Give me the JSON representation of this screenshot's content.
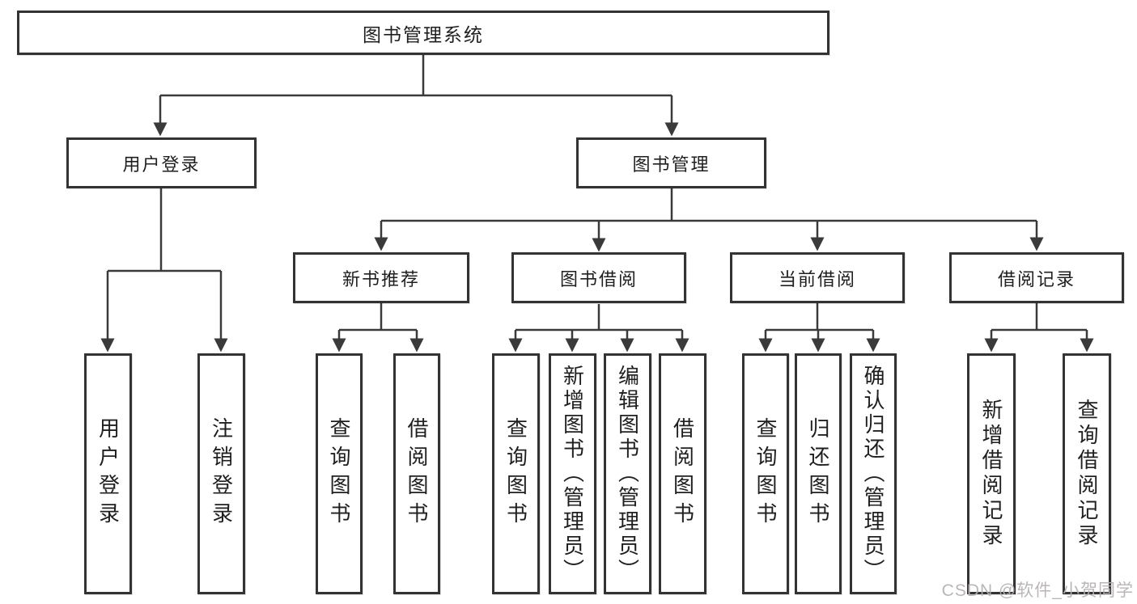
{
  "watermark": "CSDN @软件_小贺同学",
  "colors": {
    "background": "#ffffff",
    "box_border": "#333333",
    "connector_line": "#3a3a3a",
    "text": "#1f1f1f",
    "watermark_text": "#b5b0b0"
  },
  "tree": {
    "root": {
      "label": "图书管理系统",
      "children": [
        {
          "label": "用户登录",
          "children": [
            {
              "label": "用户登录"
            },
            {
              "label": "注销登录"
            }
          ]
        },
        {
          "label": "图书管理",
          "children": [
            {
              "label": "新书推荐",
              "children": [
                {
                  "label": "查询图书"
                },
                {
                  "label": "借阅图书"
                }
              ]
            },
            {
              "label": "图书借阅",
              "children": [
                {
                  "label": "查询图书"
                },
                {
                  "label": "新增图书（管理员）"
                },
                {
                  "label": "编辑图书（管理员）"
                },
                {
                  "label": "借阅图书"
                }
              ]
            },
            {
              "label": "当前借阅",
              "children": [
                {
                  "label": "查询图书"
                },
                {
                  "label": "归还图书"
                },
                {
                  "label": "确认归还（管理员）"
                }
              ]
            },
            {
              "label": "借阅记录",
              "children": [
                {
                  "label": "新增借阅记录"
                },
                {
                  "label": "查询借阅记录"
                }
              ]
            }
          ]
        }
      ]
    }
  }
}
